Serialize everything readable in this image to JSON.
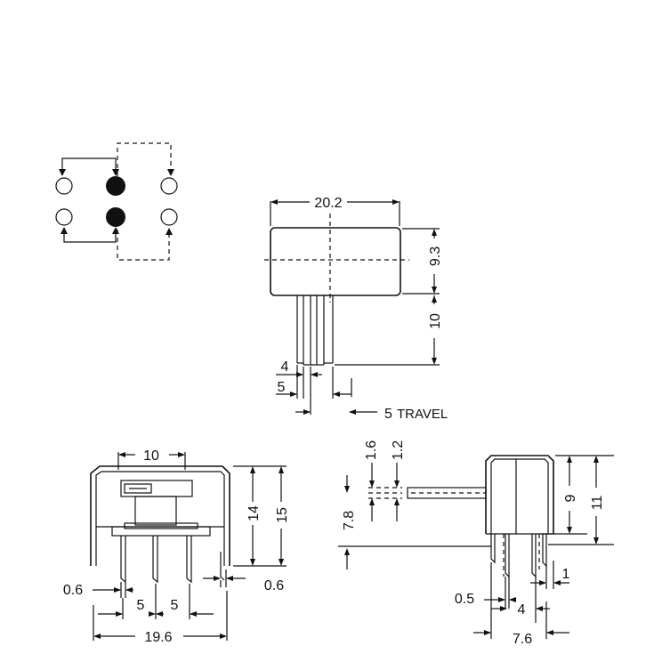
{
  "views": {
    "top_dims": {
      "width": "20.2",
      "height": "9.3",
      "lever_length": "10",
      "lever_width": "4",
      "lever_gap": "5",
      "travel": "5",
      "travel_unit": "TRAVEL"
    },
    "front_dims": {
      "top_width": "10",
      "height_inner": "14",
      "height_outer": "15",
      "pin_width_left": "0.6",
      "pin_width_right": "0.6",
      "pitch_1": "5",
      "pitch_2": "5",
      "overall_width": "19.6"
    },
    "side_dims": {
      "lever_thick_1": "1.6",
      "lever_thick_2": "1.2",
      "lever_height": "7.8",
      "body_height": "9",
      "overall_height": "11",
      "pin_offset": "1",
      "pin_width": "0.5",
      "pin_pitch": "4",
      "overall_depth": "7.6"
    }
  }
}
